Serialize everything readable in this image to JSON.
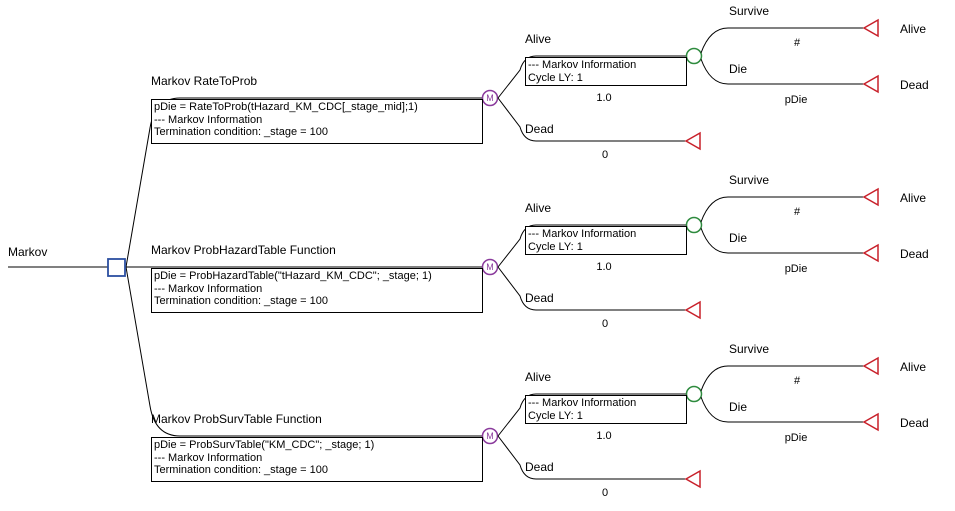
{
  "root": {
    "label": "Markov"
  },
  "colors": {
    "decision": "#2b4fa0",
    "markov": "#8a3a9c",
    "chance": "#2e8b3e",
    "terminal": "#c8202a"
  },
  "icons": {
    "markov_node": "markov-node-icon",
    "decision_node": "decision-node-icon",
    "chance_node": "chance-node-icon",
    "terminal_node": "terminal-node-icon"
  },
  "markov_marker": "M",
  "branches": [
    {
      "name": "Markov RateToProb",
      "info": [
        "pDie = RateToProb(tHazard_KM_CDC[_stage_mid];1)",
        "--- Markov Information",
        "Termination condition: _stage = 100"
      ],
      "alive": {
        "label": "Alive",
        "info": [
          "--- Markov Information",
          "Cycle LY: 1"
        ],
        "prob": "1.0",
        "survive": {
          "label": "Survive",
          "prob": "#",
          "terminal": "Alive"
        },
        "die": {
          "label": "Die",
          "prob": "pDie",
          "terminal": "Dead"
        }
      },
      "dead": {
        "label": "Dead",
        "prob": "0"
      }
    },
    {
      "name": "Markov ProbHazardTable Function",
      "info": [
        "pDie = ProbHazardTable(\"tHazard_KM_CDC\"; _stage; 1)",
        "--- Markov Information",
        "Termination condition: _stage = 100"
      ],
      "alive": {
        "label": "Alive",
        "info": [
          "--- Markov Information",
          "Cycle LY: 1"
        ],
        "prob": "1.0",
        "survive": {
          "label": "Survive",
          "prob": "#",
          "terminal": "Alive"
        },
        "die": {
          "label": "Die",
          "prob": "pDie",
          "terminal": "Dead"
        }
      },
      "dead": {
        "label": "Dead",
        "prob": "0"
      }
    },
    {
      "name": "Markov ProbSurvTable Function",
      "info": [
        "pDie = ProbSurvTable(\"KM_CDC\"; _stage; 1)",
        "--- Markov Information",
        "Termination condition: _stage = 100"
      ],
      "alive": {
        "label": "Alive",
        "info": [
          "--- Markov Information",
          "Cycle LY: 1"
        ],
        "prob": "1.0",
        "survive": {
          "label": "Survive",
          "prob": "#",
          "terminal": "Alive"
        },
        "die": {
          "label": "Die",
          "prob": "pDie",
          "terminal": "Dead"
        }
      },
      "dead": {
        "label": "Dead",
        "prob": "0"
      }
    }
  ]
}
